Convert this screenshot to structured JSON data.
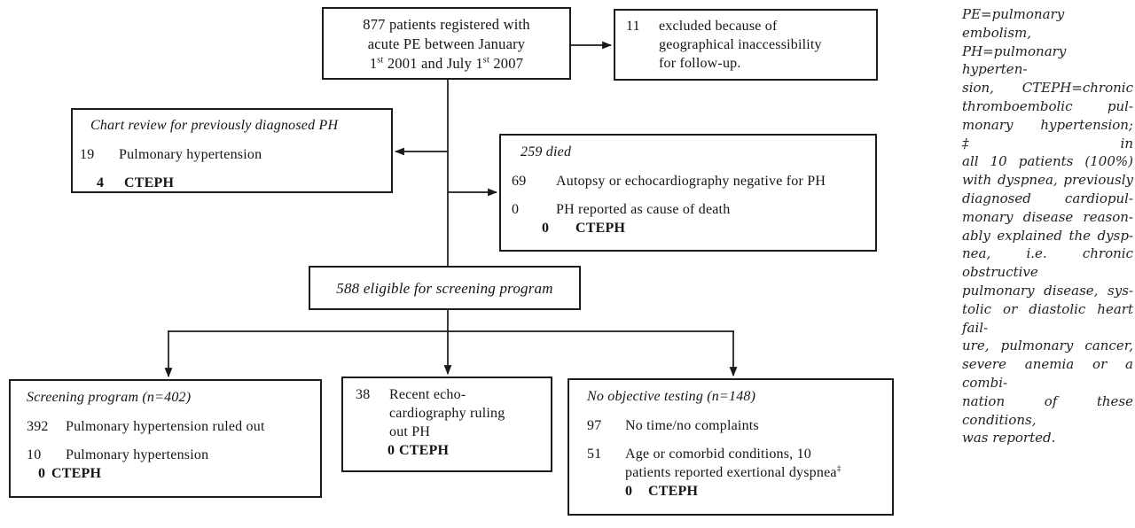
{
  "figure": {
    "background": "#ffffff",
    "line_color": "#1a1a1a"
  },
  "flowchart": {
    "registered": {
      "line1": "877 patients registered with",
      "line2": "acute PE between January",
      "line3": {
        "pre": "1",
        "sup1": "st",
        "mid": " 2001 and July 1",
        "sup2": "st",
        "post": " 2007"
      }
    },
    "excluded": {
      "n": "11",
      "lines": [
        "excluded because of",
        "geographical  inaccessibility",
        "for follow-up."
      ]
    },
    "chart_review": {
      "heading": "Chart review for previously diagnosed PH",
      "rows": [
        {
          "n": "19",
          "text": "Pulmonary hypertension"
        }
      ],
      "cteph": {
        "n": "4",
        "label": "CTEPH"
      }
    },
    "died": {
      "heading": "259 died",
      "rows": [
        {
          "n": "69",
          "text": "Autopsy or echocardiography negative for PH"
        },
        {
          "n": "0",
          "text": "PH reported as cause of death"
        }
      ],
      "cteph": {
        "n": "0",
        "label": "CTEPH"
      }
    },
    "eligible": {
      "text": "588 eligible for screening program"
    },
    "screening": {
      "heading": "Screening program (n=402)",
      "rows": [
        {
          "n": "392",
          "text": "Pulmonary hypertension ruled out"
        },
        {
          "n": "10",
          "text": "Pulmonary hypertension"
        }
      ],
      "cteph": {
        "n": "0",
        "label": "CTEPH"
      }
    },
    "echo": {
      "rows": [
        {
          "n": "38",
          "lines": [
            "Recent echo-",
            "cardiography ruling",
            "out PH"
          ]
        }
      ],
      "cteph": {
        "n": "0",
        "label": "CTEPH"
      }
    },
    "no_testing": {
      "heading": "No objective testing (n=148)",
      "rows": [
        {
          "n": "97",
          "text": "No time/no complaints"
        },
        {
          "n": "51",
          "lines": [
            "Age or comorbid conditions, 10",
            "patients reported exertional dyspnea"
          ],
          "sup": "‡"
        }
      ],
      "cteph": {
        "n": "0",
        "label": "CTEPH"
      }
    }
  },
  "sidebar": {
    "lines": [
      "PE=pulmonary embolism,",
      "PH=pulmonary hyperten-",
      "sion, CTEPH=chronic",
      "thromboembolic pul-",
      "monary hypertension; ‡in",
      "all 10 patients (100%)",
      "with dyspnea, previously",
      "diagnosed cardiopul-",
      "monary disease reason-",
      "ably explained the dysp-",
      "nea, i.e. chronic obstructive",
      "pulmonary disease, sys-",
      "tolic or diastolic heart fail-",
      "ure, pulmonary cancer,",
      "severe anemia or a combi-",
      "nation of these conditions,",
      "was reported."
    ]
  }
}
